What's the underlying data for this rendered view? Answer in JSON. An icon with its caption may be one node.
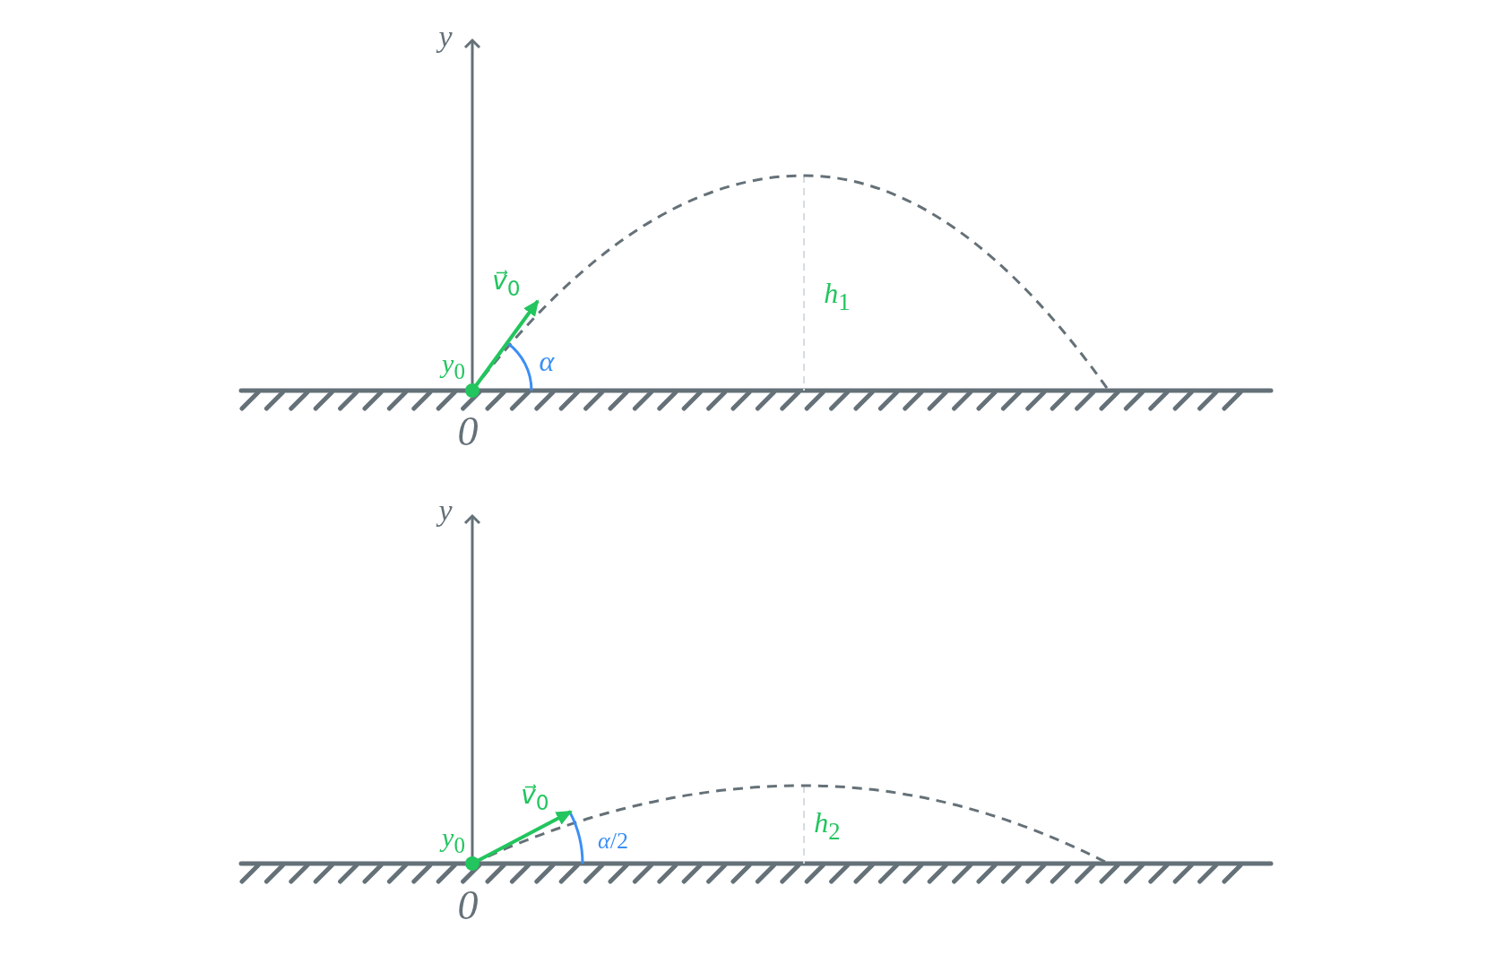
{
  "diagram": {
    "labels": [
      "*y*",
      "*v⃗*$_{0}$",
      "*y*$_{0}$",
      "*α*",
      "*h*$_{1}$",
      "0",
      "*y*",
      "*v⃗*$_{0}$",
      "*y*$_{0}$",
      "*α*/2",
      "*h*$_{2}$",
      "0"
    ]
  }
}
